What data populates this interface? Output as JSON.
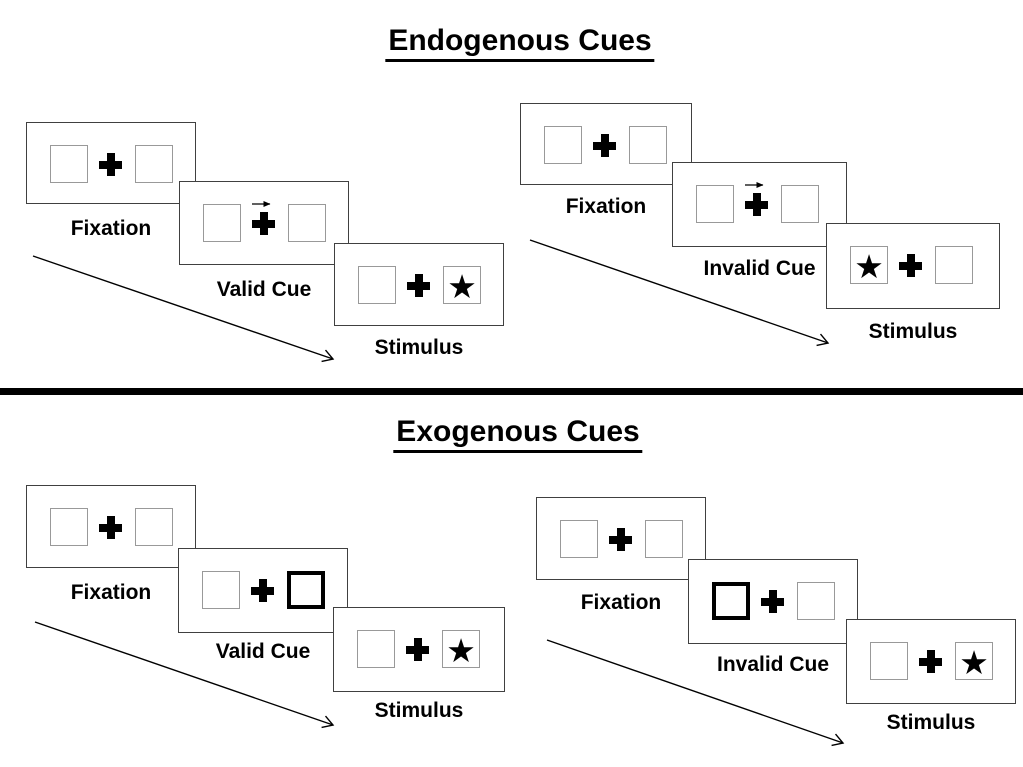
{
  "sections": [
    {
      "title": "Endogenous Cues",
      "sequences": [
        {
          "name": "Valid",
          "panels": [
            {
              "label": "Fixation",
              "left_box": "empty",
              "right_box": "empty",
              "cue_arrow": false
            },
            {
              "label": "Valid Cue",
              "left_box": "empty",
              "right_box": "empty",
              "cue_arrow": true
            },
            {
              "label": "Stimulus",
              "left_box": "empty",
              "right_box": "star",
              "cue_arrow": false
            }
          ]
        },
        {
          "name": "Invalid",
          "panels": [
            {
              "label": "Fixation",
              "left_box": "empty",
              "right_box": "empty",
              "cue_arrow": false
            },
            {
              "label": "Invalid Cue",
              "left_box": "empty",
              "right_box": "empty",
              "cue_arrow": true
            },
            {
              "label": "Stimulus",
              "left_box": "star",
              "right_box": "empty",
              "cue_arrow": false
            }
          ]
        }
      ]
    },
    {
      "title": "Exogenous Cues",
      "sequences": [
        {
          "name": "Valid",
          "panels": [
            {
              "label": "Fixation",
              "left_box": "empty",
              "right_box": "empty",
              "cue_arrow": false
            },
            {
              "label": "Valid Cue",
              "left_box": "empty",
              "right_box": "thick",
              "cue_arrow": false
            },
            {
              "label": "Stimulus",
              "left_box": "empty",
              "right_box": "star",
              "cue_arrow": false
            }
          ]
        },
        {
          "name": "Invalid",
          "panels": [
            {
              "label": "Fixation",
              "left_box": "empty",
              "right_box": "empty",
              "cue_arrow": false
            },
            {
              "label": "Invalid Cue",
              "left_box": "thick",
              "right_box": "empty",
              "cue_arrow": false
            },
            {
              "label": "Stimulus",
              "left_box": "empty",
              "right_box": "star",
              "cue_arrow": false
            }
          ]
        }
      ]
    }
  ],
  "glyphs": {
    "star": "★",
    "fixation_cross": "+",
    "cue_arrow": "→",
    "timeline_arrow": "→"
  },
  "colors": {
    "background": "#ffffff",
    "ink": "#000000",
    "panel_border": "#404040",
    "box_border": "#999999",
    "cue_highlight_border": "#000000",
    "divider": "#000000"
  }
}
